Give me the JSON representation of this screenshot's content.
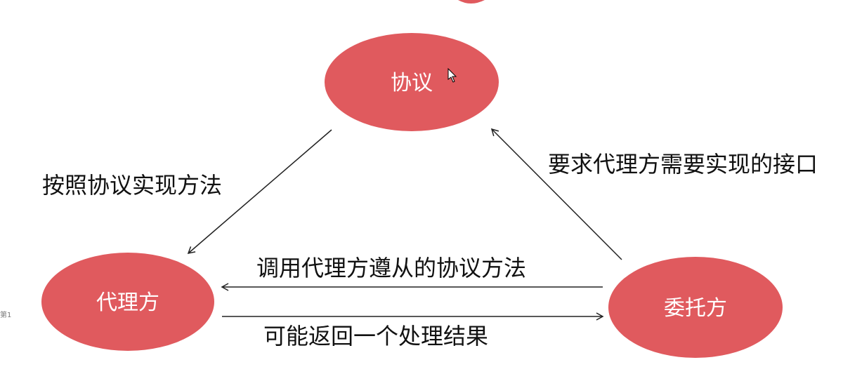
{
  "colors": {
    "node_fill": "#e05a5e",
    "node_text": "#ffffff",
    "edge": "#222222",
    "label": "#111111"
  },
  "nodes": {
    "protocol": {
      "label": "协议"
    },
    "delegate": {
      "label": "代理方"
    },
    "delegator": {
      "label": "委托方"
    }
  },
  "edges": {
    "protocol_to_delegate": {
      "label": "按照协议实现方法"
    },
    "delegator_to_protocol": {
      "label": "要求代理方需要实现的接口"
    },
    "delegator_to_delegate": {
      "label": "调用代理方遵从的协议方法"
    },
    "delegate_to_delegator": {
      "label": "可能返回一个处理结果"
    }
  },
  "corner_mark": "第1"
}
